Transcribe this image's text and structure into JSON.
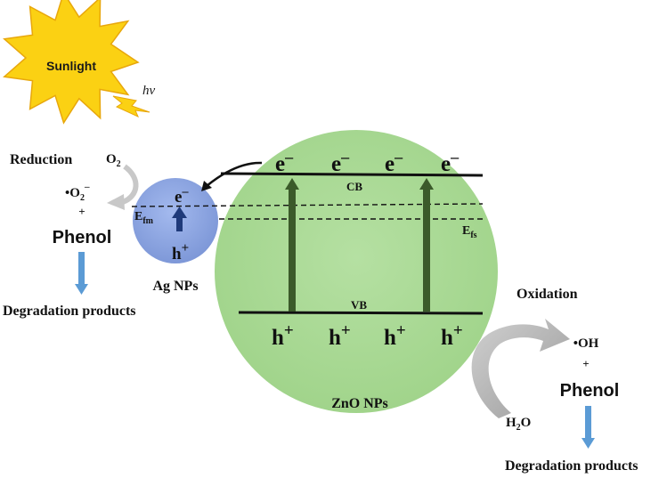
{
  "sun": {
    "label": "Sunlight",
    "energy_label": "hν"
  },
  "left": {
    "reduction_label": "Reduction",
    "o2": {
      "base": "O",
      "sub": "2"
    },
    "superoxide": {
      "dot": "•",
      "base": "O",
      "sub": "2",
      "sup": "–"
    },
    "plus": "+",
    "phenol": "Phenol",
    "products": "Degradation products"
  },
  "ag": {
    "label": "Ag NPs",
    "electron": {
      "base": "e",
      "sup": "–"
    },
    "hole": {
      "base": "h",
      "sup": "+"
    },
    "fermi": {
      "base": "E",
      "sub": "fm"
    }
  },
  "zno": {
    "label": "ZnO NPs",
    "cb_label": "CB",
    "vb_label": "VB",
    "fermi": {
      "base": "E",
      "sub": "fs"
    },
    "electrons": [
      {
        "base": "e",
        "sup": "–"
      },
      {
        "base": "e",
        "sup": "–"
      },
      {
        "base": "e",
        "sup": "–"
      },
      {
        "base": "e",
        "sup": "–"
      }
    ],
    "holes": [
      {
        "base": "h",
        "sup": "+"
      },
      {
        "base": "h",
        "sup": "+"
      },
      {
        "base": "h",
        "sup": "+"
      },
      {
        "base": "h",
        "sup": "+"
      }
    ]
  },
  "right": {
    "oxidation_label": "Oxidation",
    "hydroxyl": "•OH",
    "plus": "+",
    "phenol": "Phenol",
    "water": {
      "base": "H",
      "sub": "2",
      "tail": "O"
    },
    "products": "Degradation products"
  },
  "colors": {
    "sun_fill": "#fbd113",
    "sun_stroke": "#e8a70c",
    "zno_fill": "#a9d995",
    "ag_fill": "#8fa8e3",
    "band_arrow": "#3b5a2a",
    "blue_arrow": "#5b9bd5",
    "gray_arrow": "#a6a6a6"
  }
}
